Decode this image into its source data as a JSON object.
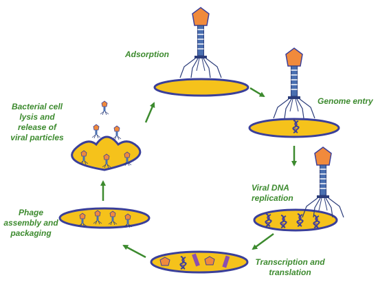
{
  "stages": {
    "adsorption": "Adsorption",
    "genome_entry": "Genome entry",
    "replication_1": "Viral DNA",
    "replication_2": "replication",
    "transcription_1": "Transcription and",
    "transcription_2": "translation",
    "assembly_1": "Phage",
    "assembly_2": "assembly and",
    "assembly_3": "packaging",
    "lysis_1": "Bacterial cell",
    "lysis_2": "lysis and",
    "lysis_3": "release of",
    "lysis_4": "viral particles"
  },
  "colors": {
    "cell_fill": "#f5c21b",
    "cell_edge": "#3a3f9a",
    "label_text": "#3c8a2e",
    "arrow": "#3c8a2e",
    "phage_head": "#f08a3c",
    "phage_tail": "#4a6fb0",
    "dna": "#3a3f9a",
    "protein": "#8a4fb0"
  },
  "icons": [
    "bacteriophage-icon",
    "cell-icon",
    "dna-icon",
    "arrow-icon"
  ]
}
